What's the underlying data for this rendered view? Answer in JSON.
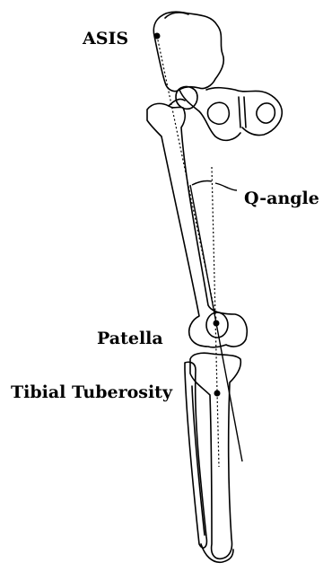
{
  "labels": {
    "asis": "ASIS",
    "q_angle": "Q-angle",
    "patella": "Patella",
    "tibial_tuberosity": "Tibial Tuberosity"
  }
}
